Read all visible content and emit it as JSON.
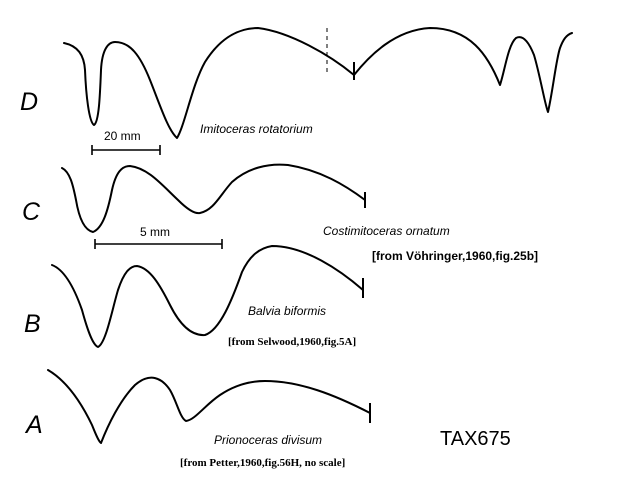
{
  "labels": {
    "row_d": "D",
    "row_c": "C",
    "row_b": "B",
    "row_a": "A"
  },
  "species": {
    "d": "Imitoceras rotatorium",
    "c": "Costimitoceras ornatum",
    "b": "Balvia biformis",
    "a": "Prionoceras divisum"
  },
  "sources": {
    "c": "[from Vöhringer,1960,fig.25b]",
    "b": "[from Selwood,1960,fig.5A]",
    "a": "[from Petter,1960,fig.56H, no scale]"
  },
  "scales": {
    "d": "20 mm",
    "c": "5 mm"
  },
  "code": "TAX675",
  "colors": {
    "line": "#000000",
    "background": "#ffffff"
  }
}
